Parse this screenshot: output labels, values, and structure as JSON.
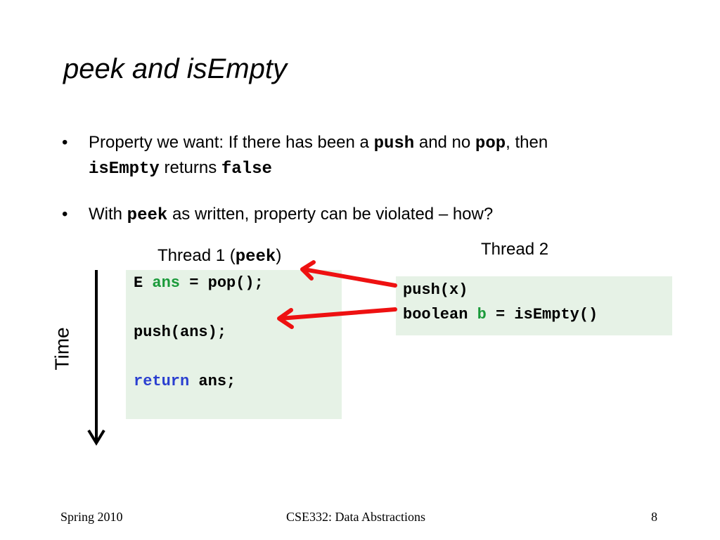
{
  "slide": {
    "title": "peek and isEmpty"
  },
  "bullets": [
    {
      "marker": "•",
      "parts": [
        "Property we want: If there has been a ",
        "push",
        " and no ",
        "pop",
        ", then",
        "isEmpty",
        " returns ",
        "false"
      ]
    },
    {
      "marker": "•",
      "parts": [
        "With ",
        "peek",
        " as written, property can be violated – how?"
      ]
    }
  ],
  "thread1": {
    "label_prefix": "Thread 1 (",
    "label_code": "peek",
    "label_suffix": ")",
    "lines": [
      [
        "E ",
        "ans",
        " = pop();"
      ],
      [
        ""
      ],
      [
        "push(ans);"
      ],
      [
        ""
      ],
      [
        "return",
        " ans;"
      ]
    ]
  },
  "thread2": {
    "label": "Thread 2",
    "lines": [
      [
        "push(x)"
      ],
      [
        "boolean ",
        "b",
        " = isEmpty()"
      ]
    ]
  },
  "time_label": "Time",
  "footer": {
    "left": "Spring 2010",
    "center": "CSE332: Data Abstractions",
    "right": "8"
  },
  "colors": {
    "code_box_bg": "#e6f2e6",
    "keyword_green": "#1a9a3a",
    "keyword_blue": "#2a3fd0",
    "arrow_red": "#ee1111"
  }
}
